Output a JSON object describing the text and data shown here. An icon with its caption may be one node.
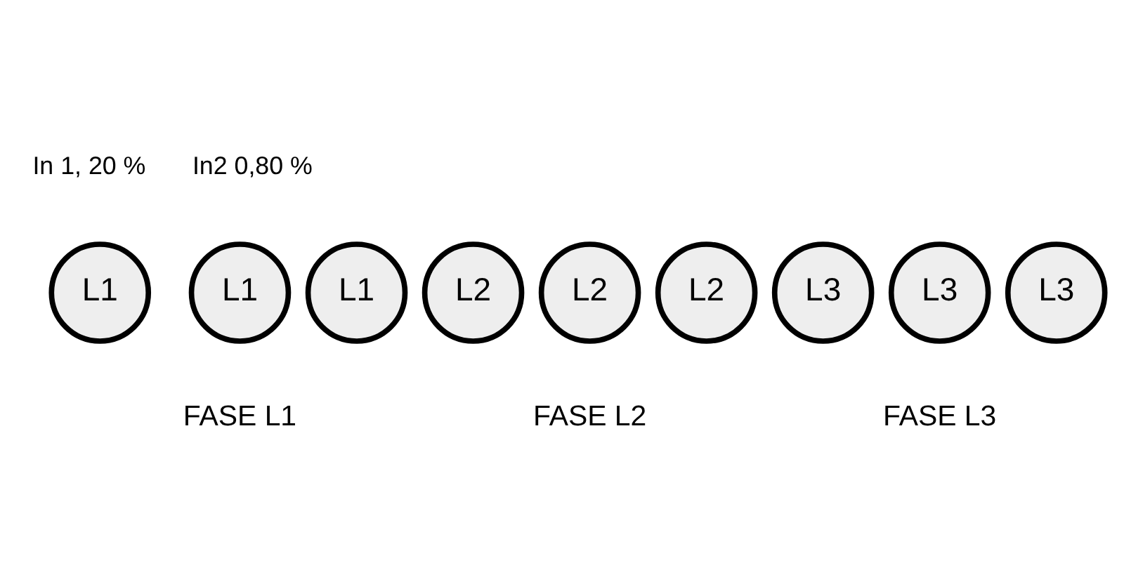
{
  "diagram": {
    "nodes": [
      {
        "text": [
          "L1"
        ]
      },
      {
        "text": [
          "L1"
        ]
      },
      {
        "text": [
          "L1"
        ]
      },
      {
        "text": [
          "L2"
        ]
      },
      {
        "text": [
          "L2"
        ]
      },
      {
        "text": [
          "L2"
        ]
      },
      {
        "text": [
          "L3"
        ]
      },
      {
        "text": [
          "L3"
        ]
      },
      {
        "text": [
          "L3"
        ]
      }
    ],
    "labels": [
      "In 1, 20 %",
      "In2 0,80 %",
      "FASE L1",
      "FASE L2",
      "FASE L3"
    ]
  }
}
